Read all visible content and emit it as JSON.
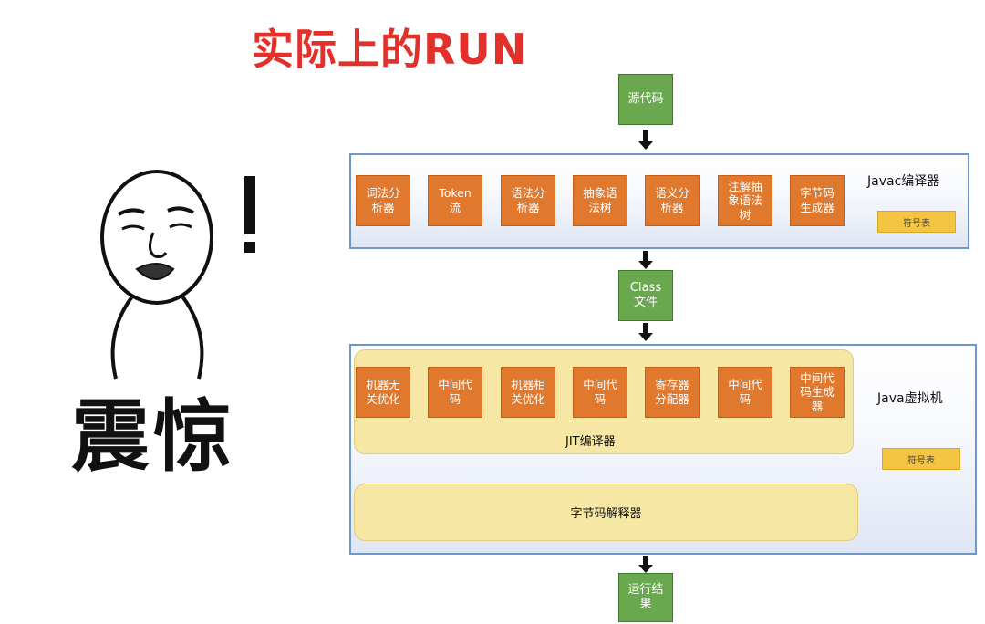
{
  "title": "实际上的RUN",
  "meme": {
    "exclamation": "!",
    "caption": "震惊"
  },
  "flow": {
    "source": "源代码",
    "class_file": "Class\n文件",
    "result": "运行结\n果"
  },
  "javac": {
    "label": "Javac编译器",
    "steps": [
      "词法分\n析器",
      "Token\n流",
      "语法分\n析器",
      "抽象语\n法树",
      "语义分\n析器",
      "注解抽\n象语法\n树",
      "字节码\n生成器"
    ],
    "symbol_table": "符号表"
  },
  "jvm": {
    "label": "Java虚拟机",
    "jit_label": "JIT编译器",
    "jit_steps": [
      "机器无\n关优化",
      "中间代\n码",
      "机器相\n关优化",
      "中间代\n码",
      "寄存器\n分配器",
      "中间代\n码",
      "中间代\n码生成\n器"
    ],
    "interpreter": "字节码解释器",
    "symbol_table": "符号表"
  },
  "colors": {
    "title": "#e3302b",
    "green_box": "#6aa84f",
    "orange_box": "#e0782e",
    "yellow_area": "#f6e7a4",
    "symbol_table": "#f4c542",
    "panel_border": "#6f97c9"
  }
}
